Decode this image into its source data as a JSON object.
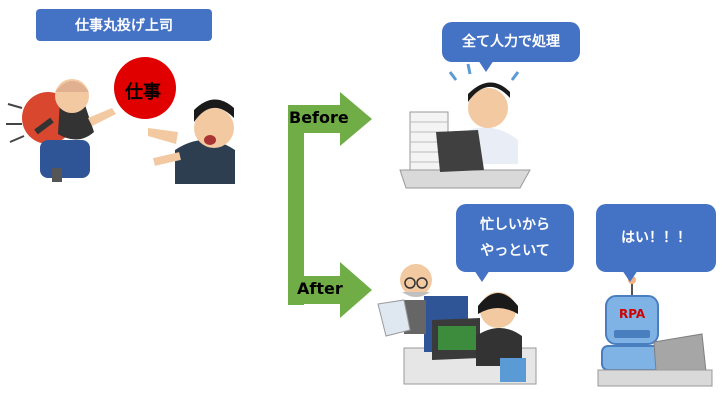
{
  "title_box": {
    "text": "仕事丸投げ上司"
  },
  "red_ball": {
    "text": "仕事"
  },
  "before": {
    "label": "Before",
    "bubble": "全て人力で処理"
  },
  "after": {
    "label": "After",
    "manager_bubble": "忙しいから\nやっといて",
    "robot_bubble": "はい！！！"
  },
  "robot_label": "RPA",
  "colors": {
    "bubble": "#4472c4",
    "arrow": "#70ad47",
    "ball": "#e00000"
  }
}
